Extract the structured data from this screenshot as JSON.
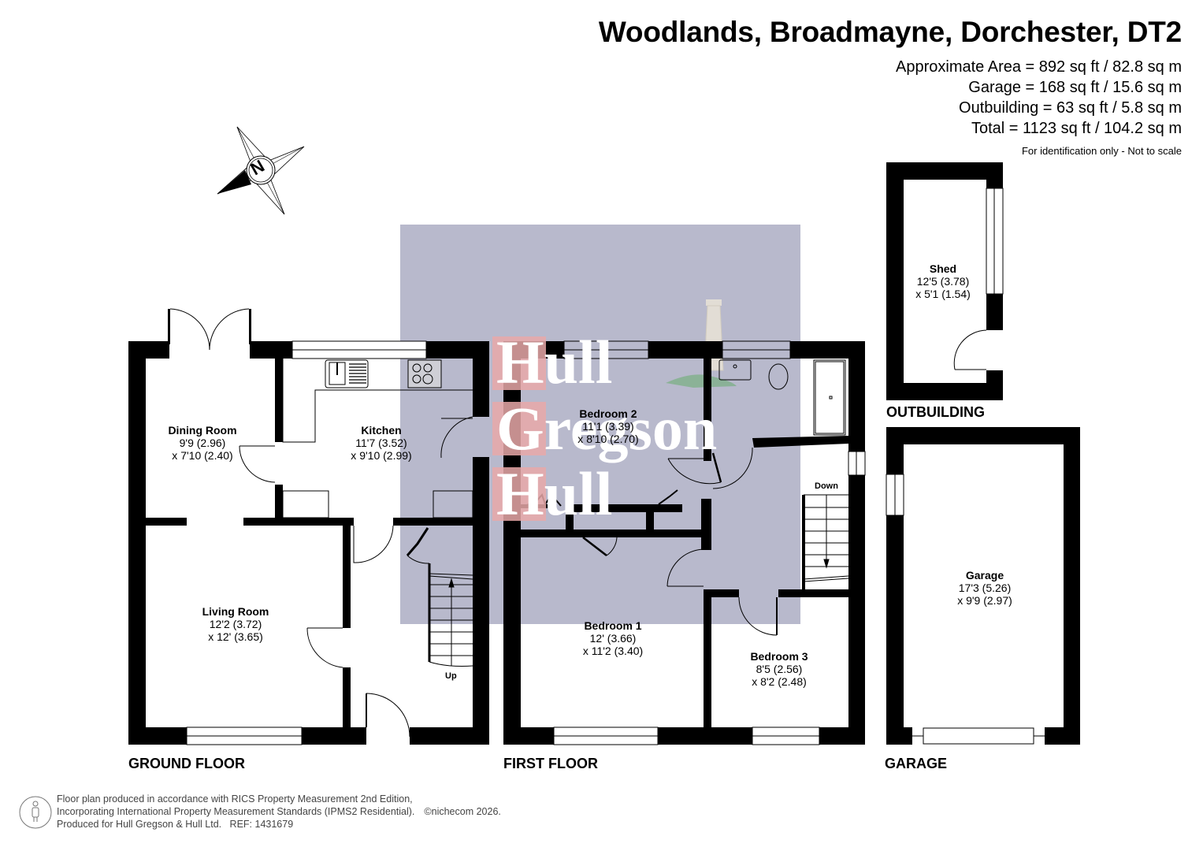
{
  "header": {
    "title": "Woodlands, Broadmayne, Dorchester, DT2",
    "areas": [
      "Approximate Area = 892 sq ft / 82.8 sq m",
      "Garage = 168 sq ft / 15.6 sq m",
      "Outbuilding = 63 sq ft / 5.8 sq m",
      "Total = 1123 sq ft / 104.2 sq m"
    ],
    "disclaimer": "For identification only - Not to scale"
  },
  "compass": {
    "label": "N"
  },
  "watermark": {
    "lines": [
      "Hull",
      "Gregson",
      "Hull"
    ],
    "initials": [
      "H",
      "G",
      "H"
    ],
    "bg_color": "#b8b9cc",
    "accent_color": "#e8a8a8"
  },
  "floors": {
    "ground": {
      "label": "GROUND FLOOR",
      "stairs_label": "Up",
      "rooms": [
        {
          "name": "Dining Room",
          "dim1": "9'9 (2.96)",
          "dim2": "x 7'10 (2.40)"
        },
        {
          "name": "Kitchen",
          "dim1": "11'7 (3.52)",
          "dim2": "x 9'10 (2.99)"
        },
        {
          "name": "Living Room",
          "dim1": "12'2 (3.72)",
          "dim2": "x 12' (3.65)"
        }
      ]
    },
    "first": {
      "label": "FIRST FLOOR",
      "stairs_label": "Down",
      "rooms": [
        {
          "name": "Bedroom 2",
          "dim1": "11'1 (3.39)",
          "dim2": "x 8'10 (2.70)"
        },
        {
          "name": "Bedroom 1",
          "dim1": "12' (3.66)",
          "dim2": "x 11'2 (3.40)"
        },
        {
          "name": "Bedroom 3",
          "dim1": "8'5 (2.56)",
          "dim2": "x 8'2 (2.48)"
        }
      ]
    },
    "outbuilding": {
      "label": "OUTBUILDING",
      "rooms": [
        {
          "name": "Shed",
          "dim1": "12'5 (3.78)",
          "dim2": "x 5'1 (1.54)"
        }
      ]
    },
    "garage": {
      "label": "GARAGE",
      "rooms": [
        {
          "name": "Garage",
          "dim1": "17'3 (5.26)",
          "dim2": "x 9'9 (2.97)"
        }
      ]
    }
  },
  "footer": {
    "lines": [
      "Floor plan produced in accordance with RICS Property Measurement 2nd Edition,",
      "Incorporating International Property Measurement Standards (IPMS2 Residential).",
      "Produced for Hull Gregson & Hull Ltd.   REF: 1431679"
    ],
    "copyright": "©nichecom 2026."
  }
}
